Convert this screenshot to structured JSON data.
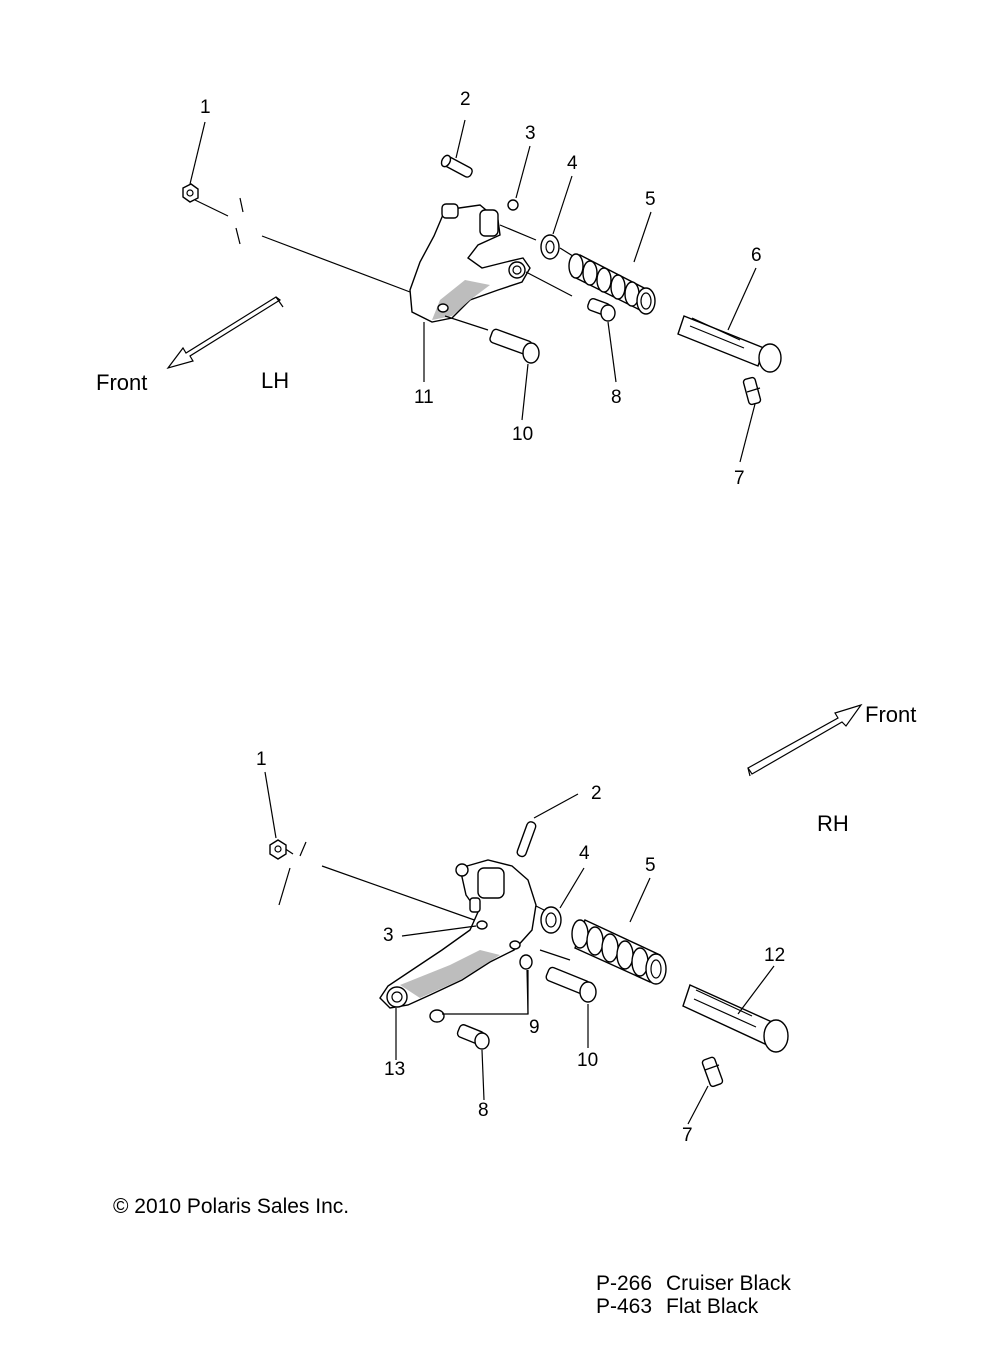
{
  "lh": {
    "side_label": "LH",
    "front_label": "Front",
    "callouts": [
      "1",
      "2",
      "3",
      "4",
      "5",
      "6",
      "7",
      "8",
      "10",
      "11"
    ]
  },
  "rh": {
    "side_label": "RH",
    "front_label": "Front",
    "callouts": [
      "1",
      "2",
      "3",
      "4",
      "5",
      "7",
      "8",
      "9",
      "10",
      "12",
      "13"
    ]
  },
  "copyright": "© 2010 Polaris Sales Inc.",
  "paint_codes": [
    {
      "code": "P-266",
      "name": "Cruiser Black"
    },
    {
      "code": "P-463",
      "name": "Flat Black"
    }
  ]
}
